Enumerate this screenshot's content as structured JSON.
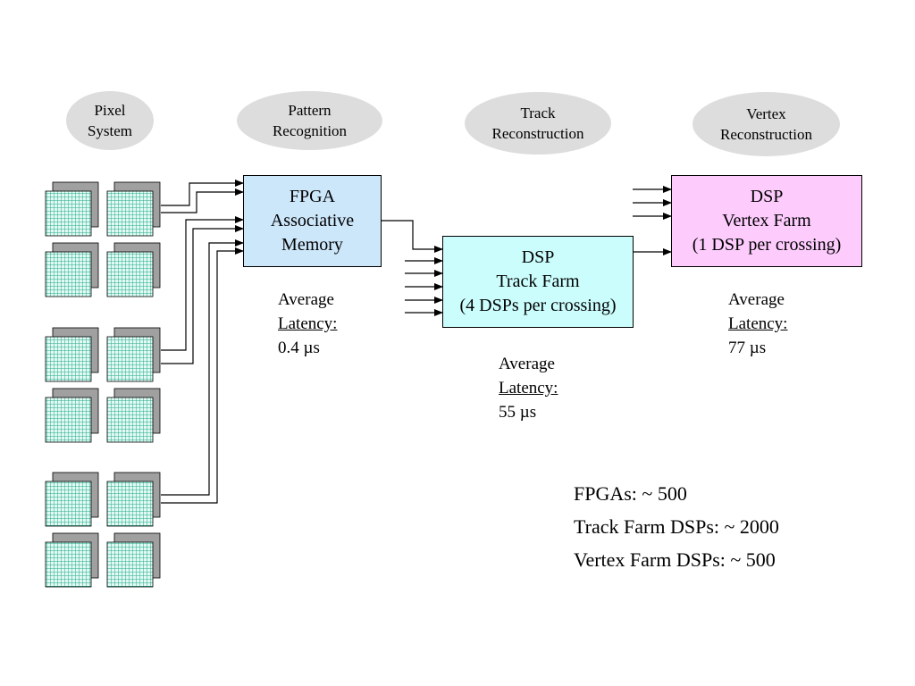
{
  "stages": [
    {
      "id": "pixel",
      "label": "Pixel\nSystem"
    },
    {
      "id": "pattern",
      "label": "Pattern\nRecognition"
    },
    {
      "id": "track",
      "label": "Track\nReconstruction"
    },
    {
      "id": "vertex",
      "label": "Vertex\nReconstruction"
    }
  ],
  "boxes": {
    "fpga": {
      "lines": [
        "FPGA",
        "Associative",
        "Memory"
      ],
      "color": "#cce6fa"
    },
    "track_farm": {
      "lines": [
        "DSP",
        "Track Farm",
        "(4 DSPs per crossing)"
      ],
      "color": "#ccfdfd"
    },
    "vertex_farm": {
      "lines": [
        "DSP",
        "Vertex Farm",
        "(1 DSP per crossing)"
      ],
      "color": "#fdccfd"
    }
  },
  "latencies": {
    "fpga": {
      "line1": "Average",
      "line2": "Latency:",
      "value": "0.4 µs"
    },
    "track": {
      "line1": "Average",
      "line2": "Latency:",
      "value": "55 µs"
    },
    "vertex": {
      "line1": "Average",
      "line2": "Latency:",
      "value": "77 µs"
    }
  },
  "summary": [
    "FPGAs: ~ 500",
    "Track Farm DSPs: ~ 2000",
    "Vertex Farm DSPs: ~ 500"
  ],
  "colors": {
    "chip_grid": "#22aa88",
    "chip_fill": "#e2f9f4",
    "chip_shadow": "#a0a0a0",
    "oval": "#dddddd"
  }
}
